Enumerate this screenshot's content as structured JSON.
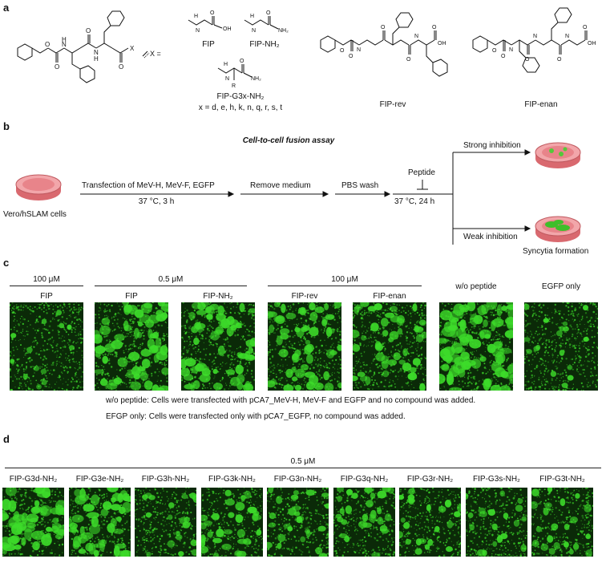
{
  "panel_labels": {
    "a": "a",
    "b": "b",
    "c": "c",
    "d": "d"
  },
  "section_a": {
    "x_equals": "X  =",
    "fip": "FIP",
    "fip_nh2": "FIP-NH₂",
    "fip_g3x": "FIP-G3x-NH₂",
    "x_list": "x = d, e, h, k, n, q, r, s, t",
    "fip_rev": "FIP-rev",
    "fip_enan": "FIP-enan",
    "atoms": {
      "O": "O",
      "N": "N",
      "H": "H",
      "OH": "OH",
      "NH2": "NH₂",
      "R": "R",
      "X": "X"
    }
  },
  "section_b": {
    "title": "Cell-to-cell fusion assay",
    "cells": "Vero/hSLAM cells",
    "step1": "Transfection of MeV-H, MeV-F, EGFP",
    "step1_cond": "37 °C, 3 h",
    "step2": "Remove medium",
    "step3": "PBS wash",
    "peptide": "Peptide",
    "step4_cond": "37 °C, 24 h",
    "strong": "Strong inhibition",
    "weak": "Weak inhibition",
    "syncytia": "Syncytia formation"
  },
  "section_c": {
    "headers": [
      "100 μM",
      "0.5 μM",
      "100 μM"
    ],
    "labels": [
      "FIP",
      "FIP",
      "FIP-NH₂",
      "FIP-rev",
      "FIP-enan",
      "w/o peptide",
      "EGFP only"
    ],
    "intensity": [
      0.15,
      0.75,
      0.7,
      0.65,
      0.55,
      0.95,
      0.2
    ],
    "note1": "w/o peptide: Cells were transfected with pCA7_MeV-H, MeV-F and EGFP and no compound was added.",
    "note2": "EFGP only: Cells were transfected only with pCA7_EGFP, no compound was added."
  },
  "section_d": {
    "header": "0.5 μM",
    "labels": [
      "FIP-G3d-NH₂",
      "FIP-G3e-NH₂",
      "FIP-G3h-NH₂",
      "FIP-G3k-NH₂",
      "FIP-G3n-NH₂",
      "FIP-G3q-NH₂",
      "FIP-G3r-NH₂",
      "FIP-G3s-NH₂",
      "FIP-G3t-NH₂"
    ],
    "intensity": [
      0.95,
      0.85,
      0.35,
      0.55,
      0.45,
      0.5,
      0.4,
      0.35,
      0.4
    ]
  },
  "colors": {
    "fluorescence": "#3ddc2a",
    "background": "#0b2a08",
    "dish": "#e8848a"
  }
}
